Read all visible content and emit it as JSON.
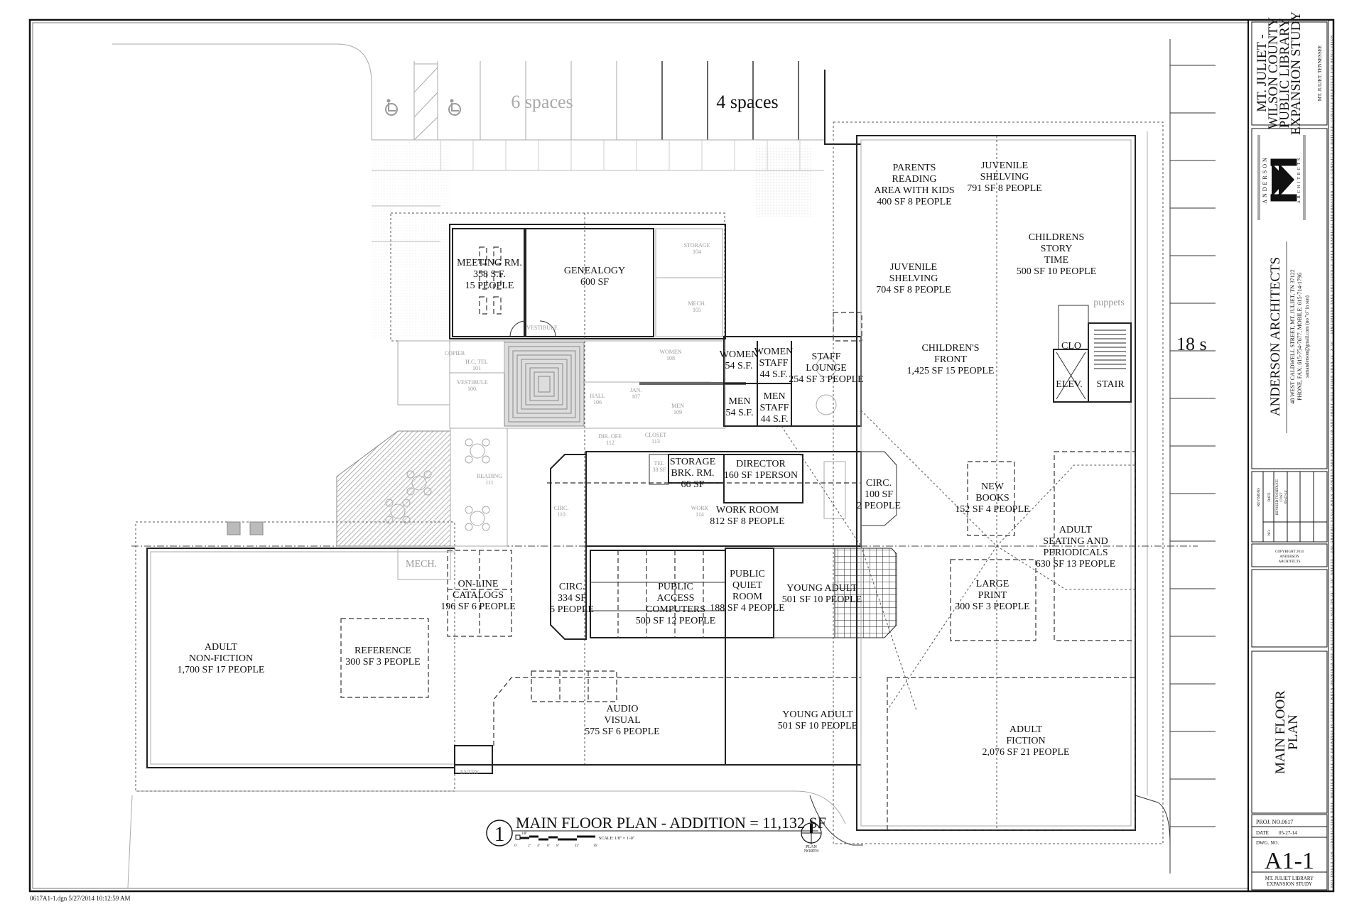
{
  "parking": {
    "six_spaces": "6 spaces",
    "four_spaces": "4 spaces",
    "right_spaces": "18 s"
  },
  "plan_labels": [
    {
      "id": "meeting-room",
      "lines": [
        "MEETING RM.",
        "358 S.F.",
        "15 PEOPLE"
      ]
    },
    {
      "id": "genealogy",
      "lines": [
        "GENEALOGY",
        "600 SF"
      ]
    },
    {
      "id": "storage-104",
      "lines": [
        "STORAGE",
        "104"
      ]
    },
    {
      "id": "mech-105",
      "lines": [
        "MECH.",
        "105"
      ]
    },
    {
      "id": "vestibule-upper",
      "lines": [
        "VESTIBULE"
      ]
    },
    {
      "id": "hc-tel-101",
      "lines": [
        "H.C. TEL",
        "101"
      ]
    },
    {
      "id": "vestibule-100",
      "lines": [
        "VESTIBULE",
        "100."
      ]
    },
    {
      "id": "hall-106",
      "lines": [
        "HALL",
        "106"
      ]
    },
    {
      "id": "jan-107",
      "lines": [
        "JAN.",
        "107"
      ]
    },
    {
      "id": "women-108",
      "lines": [
        "WOMEN",
        "108"
      ]
    },
    {
      "id": "men-109",
      "lines": [
        "MEN",
        "109"
      ]
    },
    {
      "id": "women-restroom",
      "lines": [
        "WOMEN",
        "54 S.F."
      ]
    },
    {
      "id": "women-staff",
      "lines": [
        "WOMEN",
        "STAFF",
        "44 S.F."
      ]
    },
    {
      "id": "staff-lounge",
      "lines": [
        "STAFF",
        "LOUNGE",
        "254 SF 3 PEOPLE"
      ]
    },
    {
      "id": "men-restroom",
      "lines": [
        "MEN",
        "54 S.F."
      ]
    },
    {
      "id": "men-staff",
      "lines": [
        "MEN",
        "STAFF",
        "44 S.F."
      ]
    },
    {
      "id": "dir-off-112",
      "lines": [
        "DIR. OFF.",
        "112"
      ]
    },
    {
      "id": "closet-113",
      "lines": [
        "CLOSET",
        "113"
      ]
    },
    {
      "id": "tel",
      "lines": [
        "TEL",
        "38 SF"
      ]
    },
    {
      "id": "storage",
      "lines": [
        "STORAGE",
        "BRK. RM.",
        "66 SF"
      ]
    },
    {
      "id": "director",
      "lines": [
        "DIRECTOR",
        "160 SF 1PERSON"
      ]
    },
    {
      "id": "work-114",
      "lines": [
        "WORK",
        "114"
      ]
    },
    {
      "id": "work-room",
      "lines": [
        "WORK ROOM",
        "812 SF 8 PEOPLE"
      ]
    },
    {
      "id": "circ-100",
      "lines": [
        "CIRC.",
        "100 SF",
        "2 PEOPLE"
      ]
    },
    {
      "id": "reading-111",
      "lines": [
        "READING",
        "111"
      ]
    },
    {
      "id": "circ-110",
      "lines": [
        "CIRC.",
        "110"
      ]
    },
    {
      "id": "copier",
      "lines": [
        "COPIER"
      ]
    },
    {
      "id": "mech",
      "lines": [
        "MECH."
      ]
    },
    {
      "id": "online-catalogs",
      "lines": [
        "ON-LINE",
        "CATALOGS",
        "196 SF 6 PEOPLE"
      ]
    },
    {
      "id": "circ-334",
      "lines": [
        "CIRC.",
        "334 SF",
        "5 PEOPLE"
      ]
    },
    {
      "id": "public-access-computers",
      "lines": [
        "PUBLIC",
        "ACCESS",
        "COMPUTERS",
        "500 SF 12 PEOPLE"
      ]
    },
    {
      "id": "public-quiet-room",
      "lines": [
        "PUBLIC",
        "QUIET",
        "ROOM",
        "188 SF 4 PEOPLE"
      ]
    },
    {
      "id": "young-adult-upper",
      "lines": [
        "YOUNG ADULT",
        "501 SF 10 PEOPLE"
      ]
    },
    {
      "id": "adult-non-fiction",
      "lines": [
        "ADULT",
        "NON-FICTION",
        "1,700 SF 17 PEOPLE"
      ]
    },
    {
      "id": "reference",
      "lines": [
        "REFERENCE",
        "300 SF 3 PEOPLE"
      ]
    },
    {
      "id": "audio-visual",
      "lines": [
        "AUDIO",
        "VISUAL",
        "575 SF 6 PEOPLE"
      ]
    },
    {
      "id": "young-adult-lower",
      "lines": [
        "YOUNG ADULT",
        "501 SF 10 PEOPLE"
      ]
    },
    {
      "id": "entry",
      "lines": [
        "ENTRY"
      ]
    },
    {
      "id": "parents-reading",
      "lines": [
        "PARENTS",
        "READING",
        "AREA WITH KIDS",
        "400 SF 8 PEOPLE"
      ]
    },
    {
      "id": "juvenile-shelving-791",
      "lines": [
        "JUVENILE",
        "SHELVING",
        "791 SF 8 PEOPLE"
      ]
    },
    {
      "id": "childrens-story-time",
      "lines": [
        "CHILDRENS",
        "STORY",
        "TIME",
        "500 SF 10 PEOPLE"
      ]
    },
    {
      "id": "juvenile-shelving-704",
      "lines": [
        "JUVENILE",
        "SHELVING",
        "704 SF 8 PEOPLE"
      ]
    },
    {
      "id": "childrens-front",
      "lines": [
        "CHILDREN'S",
        "FRONT",
        "1,425 SF 15 PEOPLE"
      ]
    },
    {
      "id": "puppets",
      "lines": [
        "puppets"
      ]
    },
    {
      "id": "clo",
      "lines": [
        "CLO"
      ]
    },
    {
      "id": "elev",
      "lines": [
        "ELEV."
      ]
    },
    {
      "id": "stair",
      "lines": [
        "STAIR"
      ]
    },
    {
      "id": "new-books",
      "lines": [
        "NEW",
        "BOOKS",
        "152 SF 4 PEOPLE"
      ]
    },
    {
      "id": "adult-seating-periodicals",
      "lines": [
        "ADULT",
        "SEATING AND",
        "PERIODICALS",
        "630 SF 13 PEOPLE"
      ]
    },
    {
      "id": "large-print",
      "lines": [
        "LARGE",
        "PRINT",
        "300 SF 3 PEOPLE"
      ]
    },
    {
      "id": "adult-fiction",
      "lines": [
        "ADULT",
        "FICTION",
        "2,076 SF 21 PEOPLE"
      ]
    }
  ],
  "drawing_title": {
    "number": "1",
    "title": "MAIN FLOOR PLAN - ADDITION = 11,132 SF",
    "scale_label": "SCALE: 1/8\" = 1'-0\"",
    "scale_unit": "1/8\"",
    "scale_ticks": [
      "0'",
      "2'",
      "4'",
      "6'",
      "8'",
      "12'",
      "16'"
    ],
    "north_letter": "N",
    "north_label": [
      "PLAN",
      "NORTH"
    ]
  },
  "title_block": {
    "project_lines": [
      "MT. JULIET -",
      "WILSON COUNTY",
      "PUBLIC LIBRARY",
      "EXPANSION STUDY"
    ],
    "project_location": "MT. JULIET, TENNESSEE",
    "logo_top": "ANDERSON",
    "logo_bottom": "ARCHITECTS",
    "firm_name": "ANDERSON ARCHITECTS",
    "firm_address": "48 WEST CALDWELL STREET, MT. JULIET, TN 37122",
    "firm_phone": "PHONE, FAX: 615-754-7677,  MOBILE: 615-714-1796",
    "firm_email": "samanderson@gmail.com (no \"o\" in son)",
    "revisions": {
      "header": "REVISIONS",
      "no_label": "NO.",
      "date_label": "DATE",
      "entry": [
        "REVISED TO REDUCE",
        "COST",
        "05-27-14"
      ]
    },
    "copyright": [
      "COPYRIGHT 2014",
      "ANDERSON",
      "ARCHITECTS"
    ],
    "sheet_title": [
      "MAIN FLOOR",
      "PLAN"
    ],
    "proj_no": "PROJ. NO.0617",
    "date_label": "DATE",
    "date_value": "05-27-14",
    "dwg_no_label": "DWG. NO.",
    "dwg_no": "A1-1",
    "sheet_footer": [
      "MT. JULIET LIBRARY",
      "EXPANSION STUDY"
    ],
    "side_note": "NOT ISSUED FOR CONSTRUCTION     NOTE: WRITTEN SCALE ON DRAWINGS IS CORRECT WHEN DRAWINGS ARE PLOTTED FULL SIZE ON 24\" X 36\" SHEETS - USE GRAPHIC SCALE WHEN DRAWINGS ARE PLOTTED ON ANY SHEET SIZE OTHER THAN 24\" X 36\" - DIMENSIONS TAKE PRECEDENCE OVER GRAPHICAL INFORMATION - IF A CONFLICT IS NOTICED, CONTACT ARCHITECT FOR RESOLUTION"
  },
  "plot_stamp": "0617A1-1.dgn 5/27/2014 10:12:59 AM"
}
